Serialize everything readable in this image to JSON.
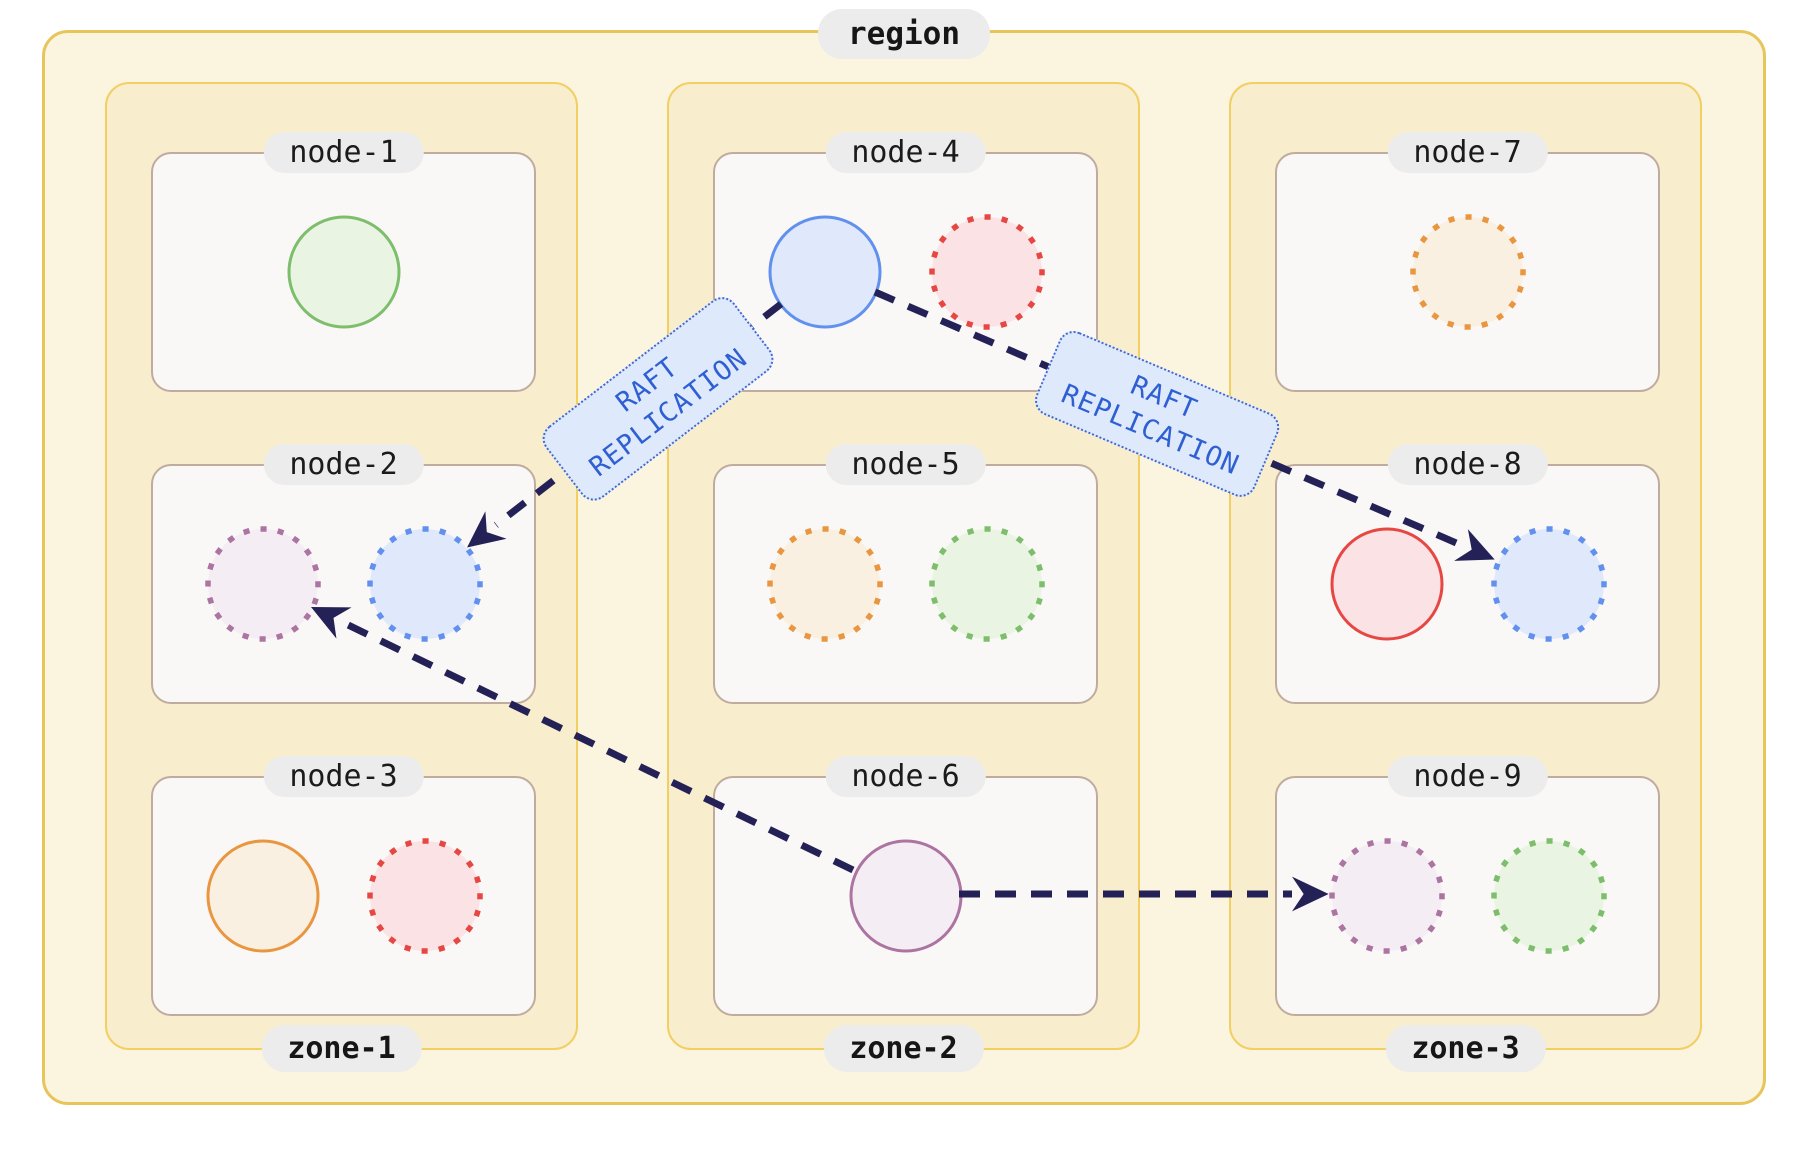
{
  "region": {
    "label": "region"
  },
  "zones": [
    {
      "label": "zone-1",
      "nodes": [
        {
          "label": "node-1",
          "replicas": [
            {
              "color": "green",
              "style": "solid"
            }
          ]
        },
        {
          "label": "node-2",
          "replicas": [
            {
              "color": "purple",
              "style": "dotted"
            },
            {
              "color": "blue",
              "style": "dotted"
            }
          ]
        },
        {
          "label": "node-3",
          "replicas": [
            {
              "color": "orange",
              "style": "solid"
            },
            {
              "color": "red",
              "style": "dotted"
            }
          ]
        }
      ]
    },
    {
      "label": "zone-2",
      "nodes": [
        {
          "label": "node-4",
          "replicas": [
            {
              "color": "blue",
              "style": "solid"
            },
            {
              "color": "red",
              "style": "dotted"
            }
          ]
        },
        {
          "label": "node-5",
          "replicas": [
            {
              "color": "orange",
              "style": "dotted"
            },
            {
              "color": "green",
              "style": "dotted"
            }
          ]
        },
        {
          "label": "node-6",
          "replicas": [
            {
              "color": "purple",
              "style": "solid"
            }
          ]
        }
      ]
    },
    {
      "label": "zone-3",
      "nodes": [
        {
          "label": "node-7",
          "replicas": [
            {
              "color": "orange",
              "style": "dotted"
            }
          ]
        },
        {
          "label": "node-8",
          "replicas": [
            {
              "color": "red",
              "style": "solid"
            },
            {
              "color": "blue",
              "style": "dotted"
            }
          ]
        },
        {
          "label": "node-9",
          "replicas": [
            {
              "color": "purple",
              "style": "dotted"
            },
            {
              "color": "green",
              "style": "dotted"
            }
          ]
        }
      ]
    }
  ],
  "replication": {
    "arrows": [
      {
        "from": "node-4",
        "to": "node-2",
        "label": {
          "line1": "RAFT",
          "line2": "REPLICATION"
        }
      },
      {
        "from": "node-4",
        "to": "node-8",
        "label": {
          "line1": "RAFT",
          "line2": "REPLICATION"
        }
      },
      {
        "from": "node-6",
        "to": "node-2"
      },
      {
        "from": "node-6",
        "to": "node-9"
      }
    ]
  },
  "palette": {
    "green": {
      "stroke": "#7CBE6B",
      "fill": "#EAF4E3"
    },
    "blue": {
      "stroke": "#6190EE",
      "fill": "#DFE9FB"
    },
    "orange": {
      "stroke": "#E99640",
      "fill": "#FAF0E2"
    },
    "red": {
      "stroke": "#E74742",
      "fill": "#FBE2E4"
    },
    "purple": {
      "stroke": "#AC74A0",
      "fill": "#F5EDF4"
    }
  },
  "theme": {
    "region-fill": "#FBF4DF",
    "region-border": "#E8C55B",
    "zone-fill": "#F8EECD",
    "zone-border": "#F2CF63",
    "node-fill": "#FAF8F6",
    "node-border": "#BFAC9F",
    "pill-bg": "#ECECEC",
    "text": "#161616",
    "arrow": "#242157",
    "raft-bg": "#DFE9FC",
    "raft-border": "#4169D0",
    "raft-text": "#2E5FD3"
  }
}
